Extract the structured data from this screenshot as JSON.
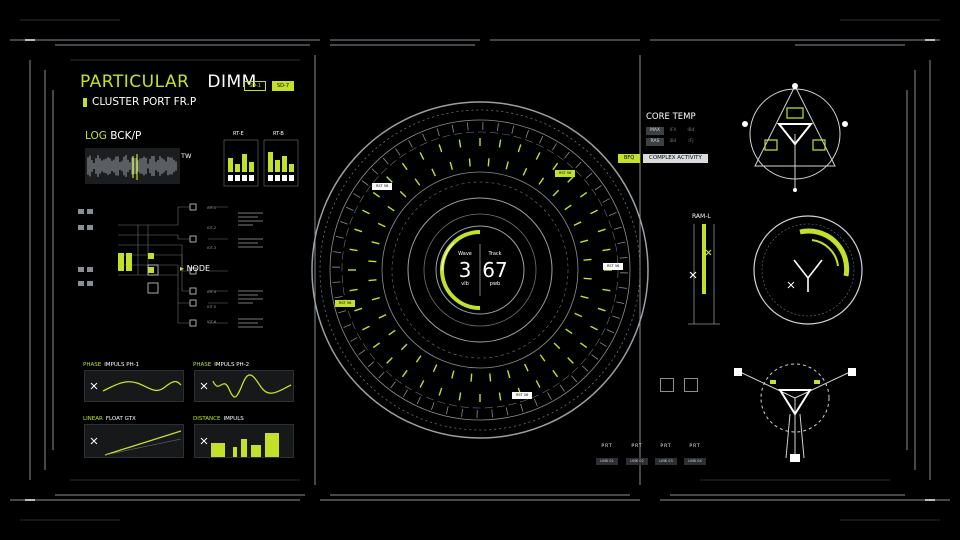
{
  "header": {
    "title_accent": "PARTICULAR",
    "title_main": "DIMM",
    "subtitle": "CLUSTER PORT FR.P",
    "chips": [
      {
        "label": "SD-1",
        "active": false
      },
      {
        "label": "SD-7",
        "active": true
      }
    ]
  },
  "log_panel": {
    "label_accent": "LOG",
    "label_main": "BCK/P",
    "side_label": "TW"
  },
  "eq_panels": [
    {
      "label": "RT-E"
    },
    {
      "label": "RT-B"
    }
  ],
  "node_diagram": {
    "label": "NODE",
    "ports": [
      "IOT-1",
      "IOT-2",
      "IOT-3",
      "IOT-4",
      "IOT-5",
      "IOT-6"
    ]
  },
  "charts": [
    {
      "key": "PHASE",
      "title": "IMPULS PH-1"
    },
    {
      "key": "PHASE",
      "title": "IMPULS PH-2"
    },
    {
      "key": "LINEAR",
      "title": "FLOAT GTX"
    },
    {
      "key": "DISTANCE",
      "title": "IMPULS"
    }
  ],
  "core_temp": {
    "title": "CORE TEMP",
    "grid": [
      [
        "MAX",
        "IFX",
        "IB4"
      ],
      [
        "RAS",
        "IB4",
        "IFJ"
      ]
    ],
    "tag": "BFQ",
    "status": "COMPLEX ACTIVITY"
  },
  "ram": {
    "label": "RAM-L"
  },
  "center": {
    "wave_label": "Wave",
    "wave_value": "3",
    "wave_unit": "vlb",
    "track_label": "Track",
    "track_value": "67",
    "track_unit": "pwb",
    "progress": 0.5,
    "callouts": [
      "RST 56",
      "RST 56",
      "RST 56",
      "RST 56",
      "RST 56"
    ]
  },
  "links": {
    "prt_label": "PRT",
    "items": [
      "LINK 01",
      "LINK 02",
      "LINK 03",
      "LINK 04"
    ]
  },
  "colors": {
    "accent": "#c4e02a",
    "background": "#000000",
    "panel": "#161819"
  }
}
